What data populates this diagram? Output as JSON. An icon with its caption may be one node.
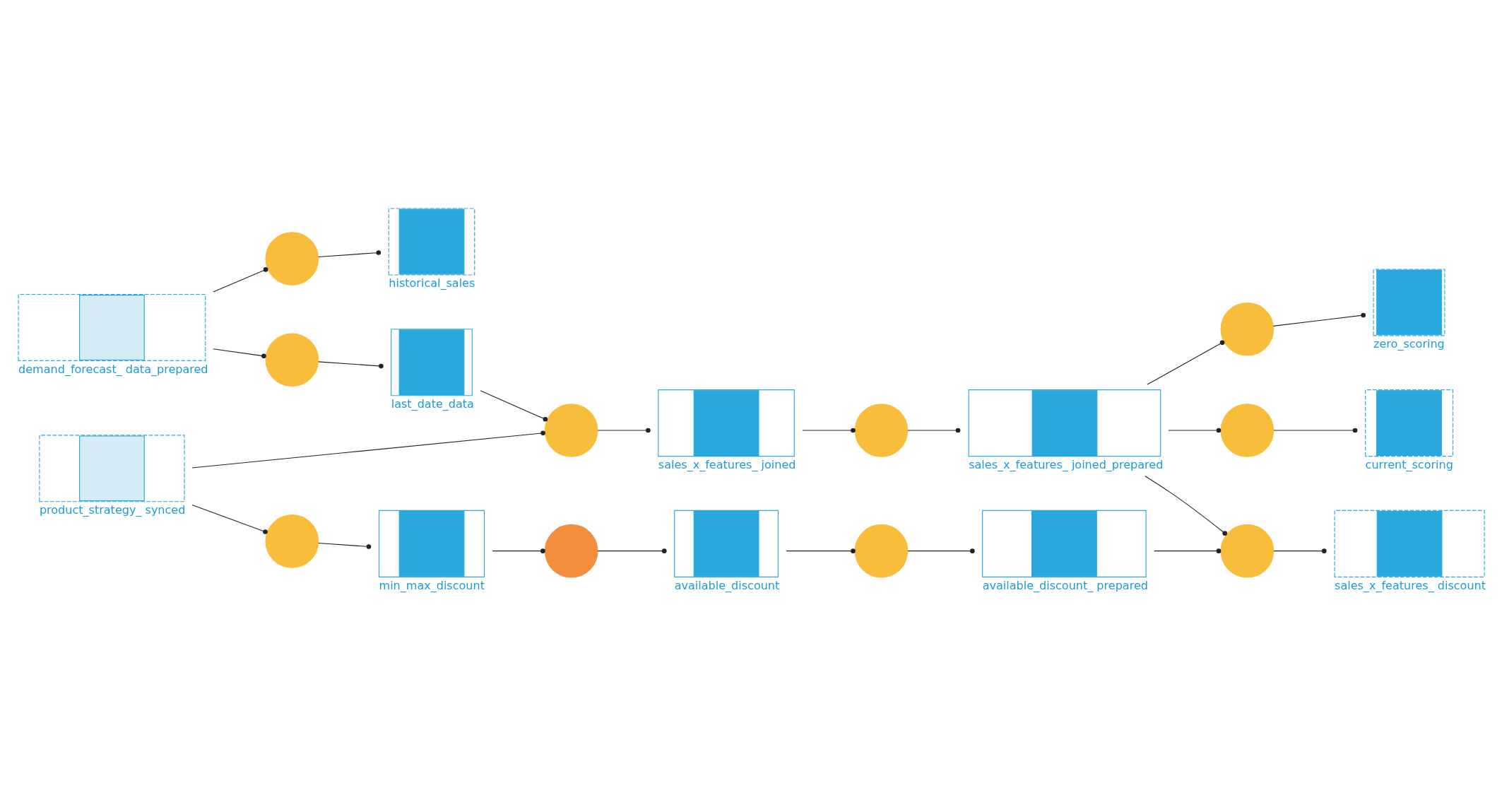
{
  "diagram": {
    "nodes": [
      {
        "text": [
          "demand_forecast_ data_prepared"
        ]
      },
      {
        "text": [],
        "shape": "circle"
      },
      {
        "text": [],
        "shape": "circle"
      },
      {
        "text": [
          "historical_sales"
        ]
      },
      {
        "text": [
          "last_date_data"
        ]
      },
      {
        "text": [
          "product_strategy_ synced"
        ]
      },
      {
        "text": [],
        "shape": "circle"
      },
      {
        "text": [],
        "shape": "circle"
      },
      {
        "text": [
          "min_max_discount"
        ]
      },
      {
        "text": [],
        "shape": "circle"
      },
      {
        "text": [
          "sales_x_features_ joined"
        ]
      },
      {
        "text": [
          "available_discount"
        ]
      },
      {
        "text": [],
        "shape": "circle"
      },
      {
        "text": [],
        "shape": "circle"
      },
      {
        "text": [
          "sales_x_features_ joined_prepared"
        ]
      },
      {
        "text": [
          "available_discount_ prepared"
        ]
      },
      {
        "text": [],
        "shape": "circle"
      },
      {
        "text": [],
        "shape": "circle"
      },
      {
        "text": [],
        "shape": "circle"
      },
      {
        "text": [
          "zero_scoring"
        ]
      },
      {
        "text": [
          "current_scoring"
        ]
      },
      {
        "text": [
          "sales_x_features_ discount"
        ]
      }
    ],
    "edges": [
      {
        "from": 0,
        "to": 1,
        "arrow": "other"
      },
      {
        "from": 0,
        "to": 2,
        "arrow": "other"
      },
      {
        "from": 1,
        "to": 3,
        "arrow": "other"
      },
      {
        "from": 2,
        "to": 4,
        "arrow": "other"
      },
      {
        "from": 4,
        "to": 6,
        "arrow": "other"
      },
      {
        "from": 5,
        "to": 6,
        "arrow": "other"
      },
      {
        "from": 5,
        "to": 7,
        "arrow": "other"
      },
      {
        "from": 7,
        "to": 8,
        "arrow": "other"
      },
      {
        "from": 8,
        "to": 9,
        "arrow": "other"
      },
      {
        "from": 6,
        "to": 10,
        "arrow": "other"
      },
      {
        "from": 9,
        "to": 11,
        "arrow": "other"
      },
      {
        "from": 10,
        "to": 12,
        "arrow": "other"
      },
      {
        "from": 11,
        "to": 13,
        "arrow": "other"
      },
      {
        "from": 12,
        "to": 14,
        "arrow": "other"
      },
      {
        "from": 13,
        "to": 15,
        "arrow": "other"
      },
      {
        "from": 14,
        "to": 16,
        "arrow": "other"
      },
      {
        "from": 14,
        "to": 17,
        "arrow": "other"
      },
      {
        "from": 14,
        "to": 18,
        "arrow": "other"
      },
      {
        "from": 15,
        "to": 18,
        "arrow": "other"
      },
      {
        "from": 16,
        "to": 19,
        "arrow": "other"
      },
      {
        "from": 17,
        "to": 20,
        "arrow": "other"
      },
      {
        "from": 18,
        "to": 21,
        "arrow": "other"
      }
    ]
  }
}
